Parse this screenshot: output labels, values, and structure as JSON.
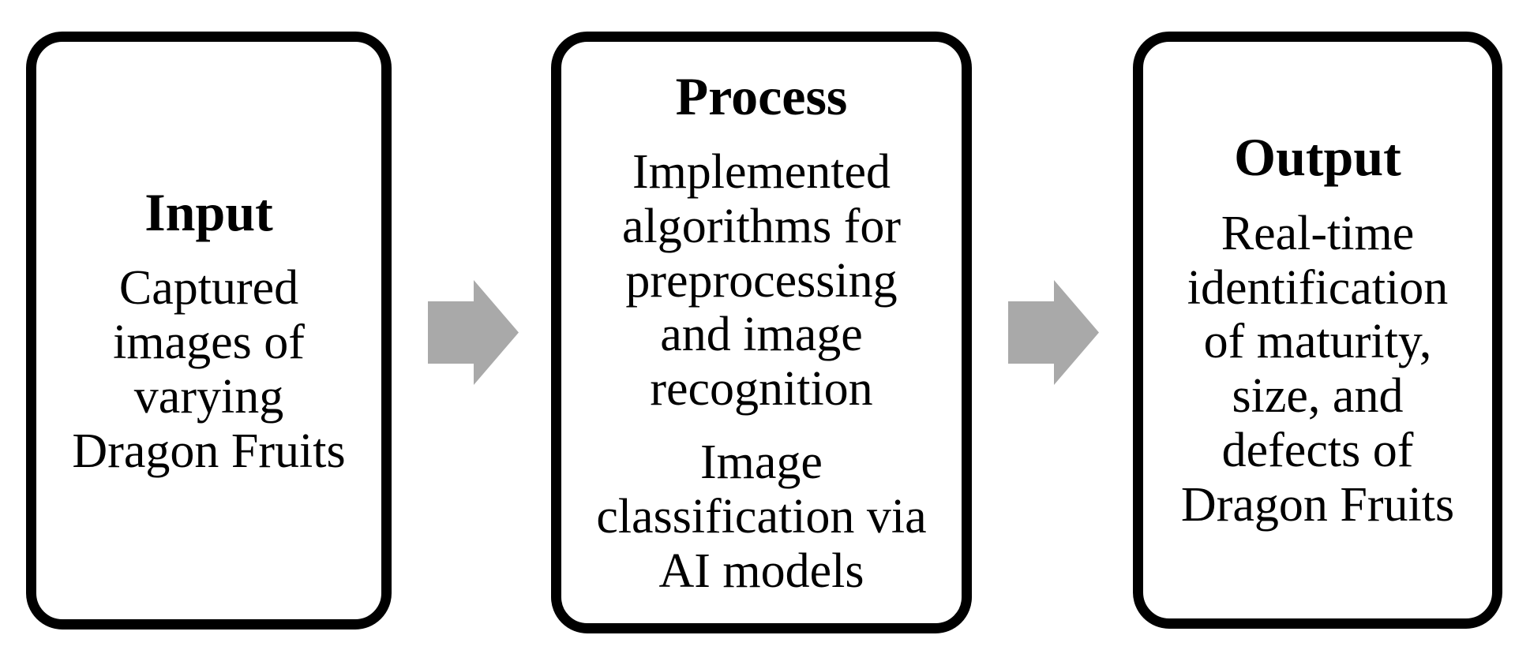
{
  "diagram": {
    "colors": {
      "background": "#ffffff",
      "box_border": "#000000",
      "text": "#000000",
      "arrow": "#a9a9a9"
    },
    "boxes": [
      {
        "title": "Input",
        "paragraphs": [
          {
            "lines": [
              "Captured",
              "images of",
              "varying",
              "Dragon Fruits"
            ]
          }
        ]
      },
      {
        "title": "Process",
        "paragraphs": [
          {
            "lines": [
              "Implemented",
              "algorithms for",
              "preprocessing",
              "and image",
              "recognition"
            ]
          },
          {
            "lines": [
              "Image",
              "classification via",
              "AI models"
            ]
          }
        ]
      },
      {
        "title": "Output",
        "paragraphs": [
          {
            "lines": [
              "Real-time",
              "identification",
              "of maturity,",
              "size, and",
              "defects of",
              "Dragon Fruits"
            ]
          }
        ]
      }
    ],
    "arrows": [
      {
        "name": "input-to-process",
        "direction": "right"
      },
      {
        "name": "process-to-output",
        "direction": "right"
      }
    ]
  }
}
